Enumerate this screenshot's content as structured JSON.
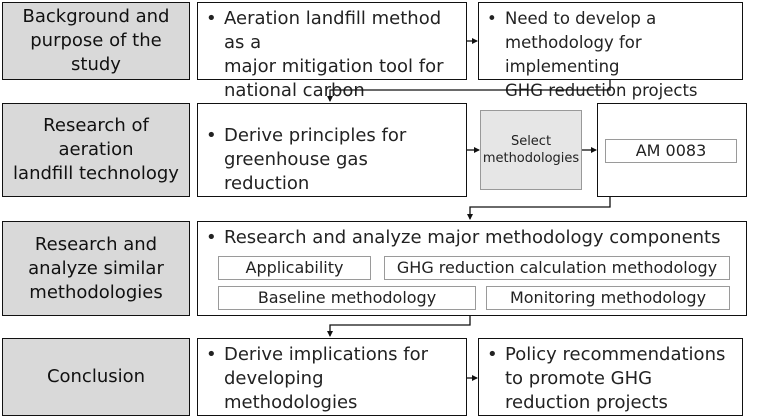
{
  "rows": [
    {
      "label": "Background and\npurpose of the\nstudy",
      "col1": "Aeration landfill method as a\nmajor mitigation tool for\nnational carbon neutralization",
      "col2": "Need to develop a\nmethodology for implementing\nGHG reduction projects"
    },
    {
      "label": "Research of aeration\nlandfill technology",
      "col1": "Derive principles for\ngreenhouse gas reduction",
      "select": "Select\nmethodologies",
      "result": "AM 0083"
    },
    {
      "label": "Research and\nanalyze similar\nmethodologies",
      "heading": "Research and analyze major methodology components",
      "components": [
        "Applicability",
        "GHG reduction calculation methodology",
        "Baseline methodology",
        "Monitoring methodology"
      ]
    },
    {
      "label": "Conclusion",
      "col1": "Derive implications for\ndeveloping\nmethodologies",
      "col2": "Policy recommendations\nto promote GHG\nreduction projects"
    }
  ],
  "bullet": "•"
}
